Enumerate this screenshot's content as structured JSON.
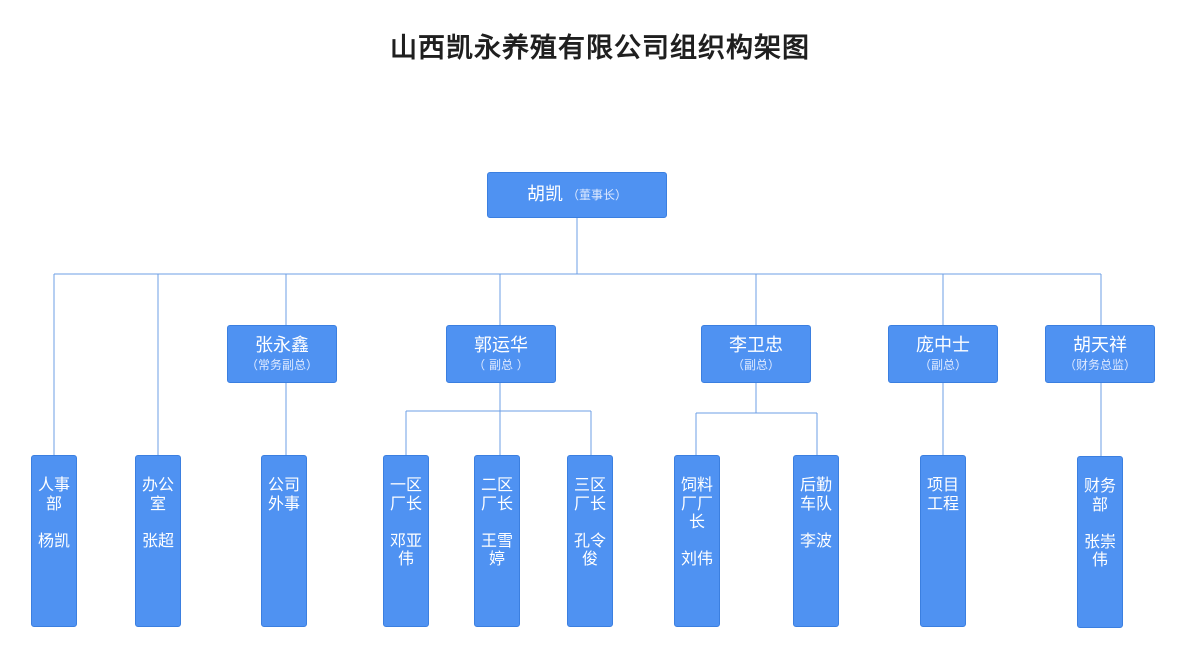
{
  "title": "山西凯永养殖有限公司组织构架图",
  "ceo": {
    "name": "胡凯",
    "role": "（董事长）"
  },
  "vps": [
    {
      "name": "张永鑫",
      "role": "（常务副总）"
    },
    {
      "name": "郭运华",
      "role": "（ 副总 ）"
    },
    {
      "name": "李卫忠",
      "role": "（副总）"
    },
    {
      "name": "庞中士",
      "role": "（副总）"
    },
    {
      "name": "胡天祥",
      "role": "（财务总监）"
    }
  ],
  "units": [
    {
      "dept": "人事部",
      "person": "杨凯"
    },
    {
      "dept": "办公室",
      "person": "张超"
    },
    {
      "dept": "公司外事",
      "person": ""
    },
    {
      "dept": "一区厂长",
      "person": "邓亚伟"
    },
    {
      "dept": "二区厂长",
      "person": "王雪婷"
    },
    {
      "dept": "三区厂长",
      "person": "孔令俊"
    },
    {
      "dept": "饲料厂厂长",
      "person": "刘伟"
    },
    {
      "dept": "后勤车队",
      "person": "李波"
    },
    {
      "dept": "项目工程",
      "person": ""
    },
    {
      "dept": "财务部",
      "person": "张崇伟"
    }
  ],
  "colors": {
    "box": "#4f92f2",
    "line": "#6c9fe6"
  }
}
